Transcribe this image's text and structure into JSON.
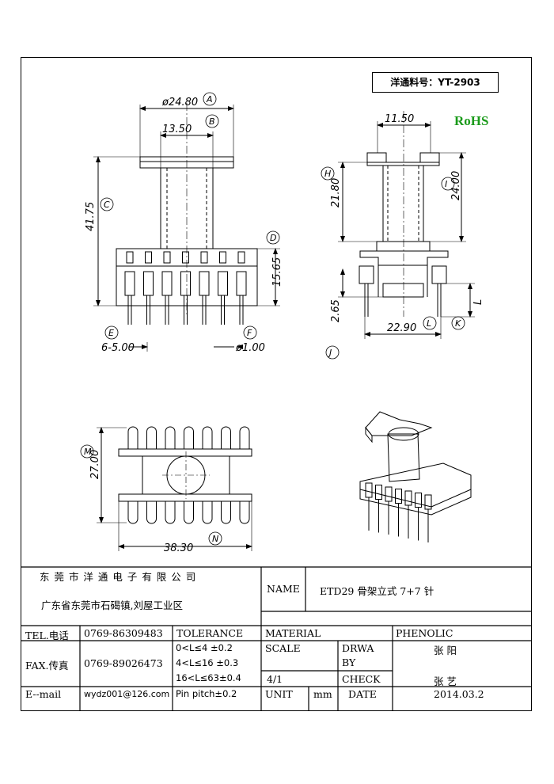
{
  "part_number": "洋通料号：YT-2903",
  "rohs": "RoHS",
  "dimensions": {
    "A_dia": "ø24.80",
    "B": "13.50",
    "C": "41.75",
    "D": "15.65",
    "E": "6-5.00",
    "F": "ø1.00",
    "top_width": "11.50",
    "H": "21.80",
    "I": "24.00",
    "J": "2.65",
    "L_width": "22.90",
    "L": "L",
    "M": "27.00",
    "N": "38.30"
  },
  "circles": [
    "A",
    "B",
    "C",
    "D",
    "E",
    "F",
    "H",
    "I",
    "J",
    "K",
    "L",
    "M",
    "N"
  ],
  "title_block": {
    "company": "东 莞 市 洋 通 电 子 有 限 公 司",
    "address": "广东省东莞市石碣镇,刘屋工业区",
    "name_label": "NAME",
    "name_value": "ETD29 骨架立式 7+7 针",
    "tel_label": "TEL.电话",
    "tel_value": "0769-86309483",
    "tolerance_label": "TOLERANCE",
    "material_label": "MATERIAL",
    "material_value": "PHENOLIC",
    "fax_label": "FAX.传真",
    "fax_value": "0769-89026473",
    "tol_1": "0<L≤4   ±0.2",
    "tol_2": "4<L≤16  ±0.3",
    "tol_3": "16<L≤63±0.4",
    "tol_4": "Pin pitch±0.2",
    "scale_label": "SCALE",
    "scale_value": "4/1",
    "drawn_label_1": "DRWA",
    "drawn_label_2": "BY",
    "drawn_value": "张 阳",
    "check_label": "CHECK",
    "check_value": "张 艺",
    "email_label": "E--mail",
    "email_value": "wydz001@126.com",
    "unit_label": "UNIT",
    "unit_value": "mm",
    "date_label": "DATE",
    "date_value": "2014.03.2"
  }
}
